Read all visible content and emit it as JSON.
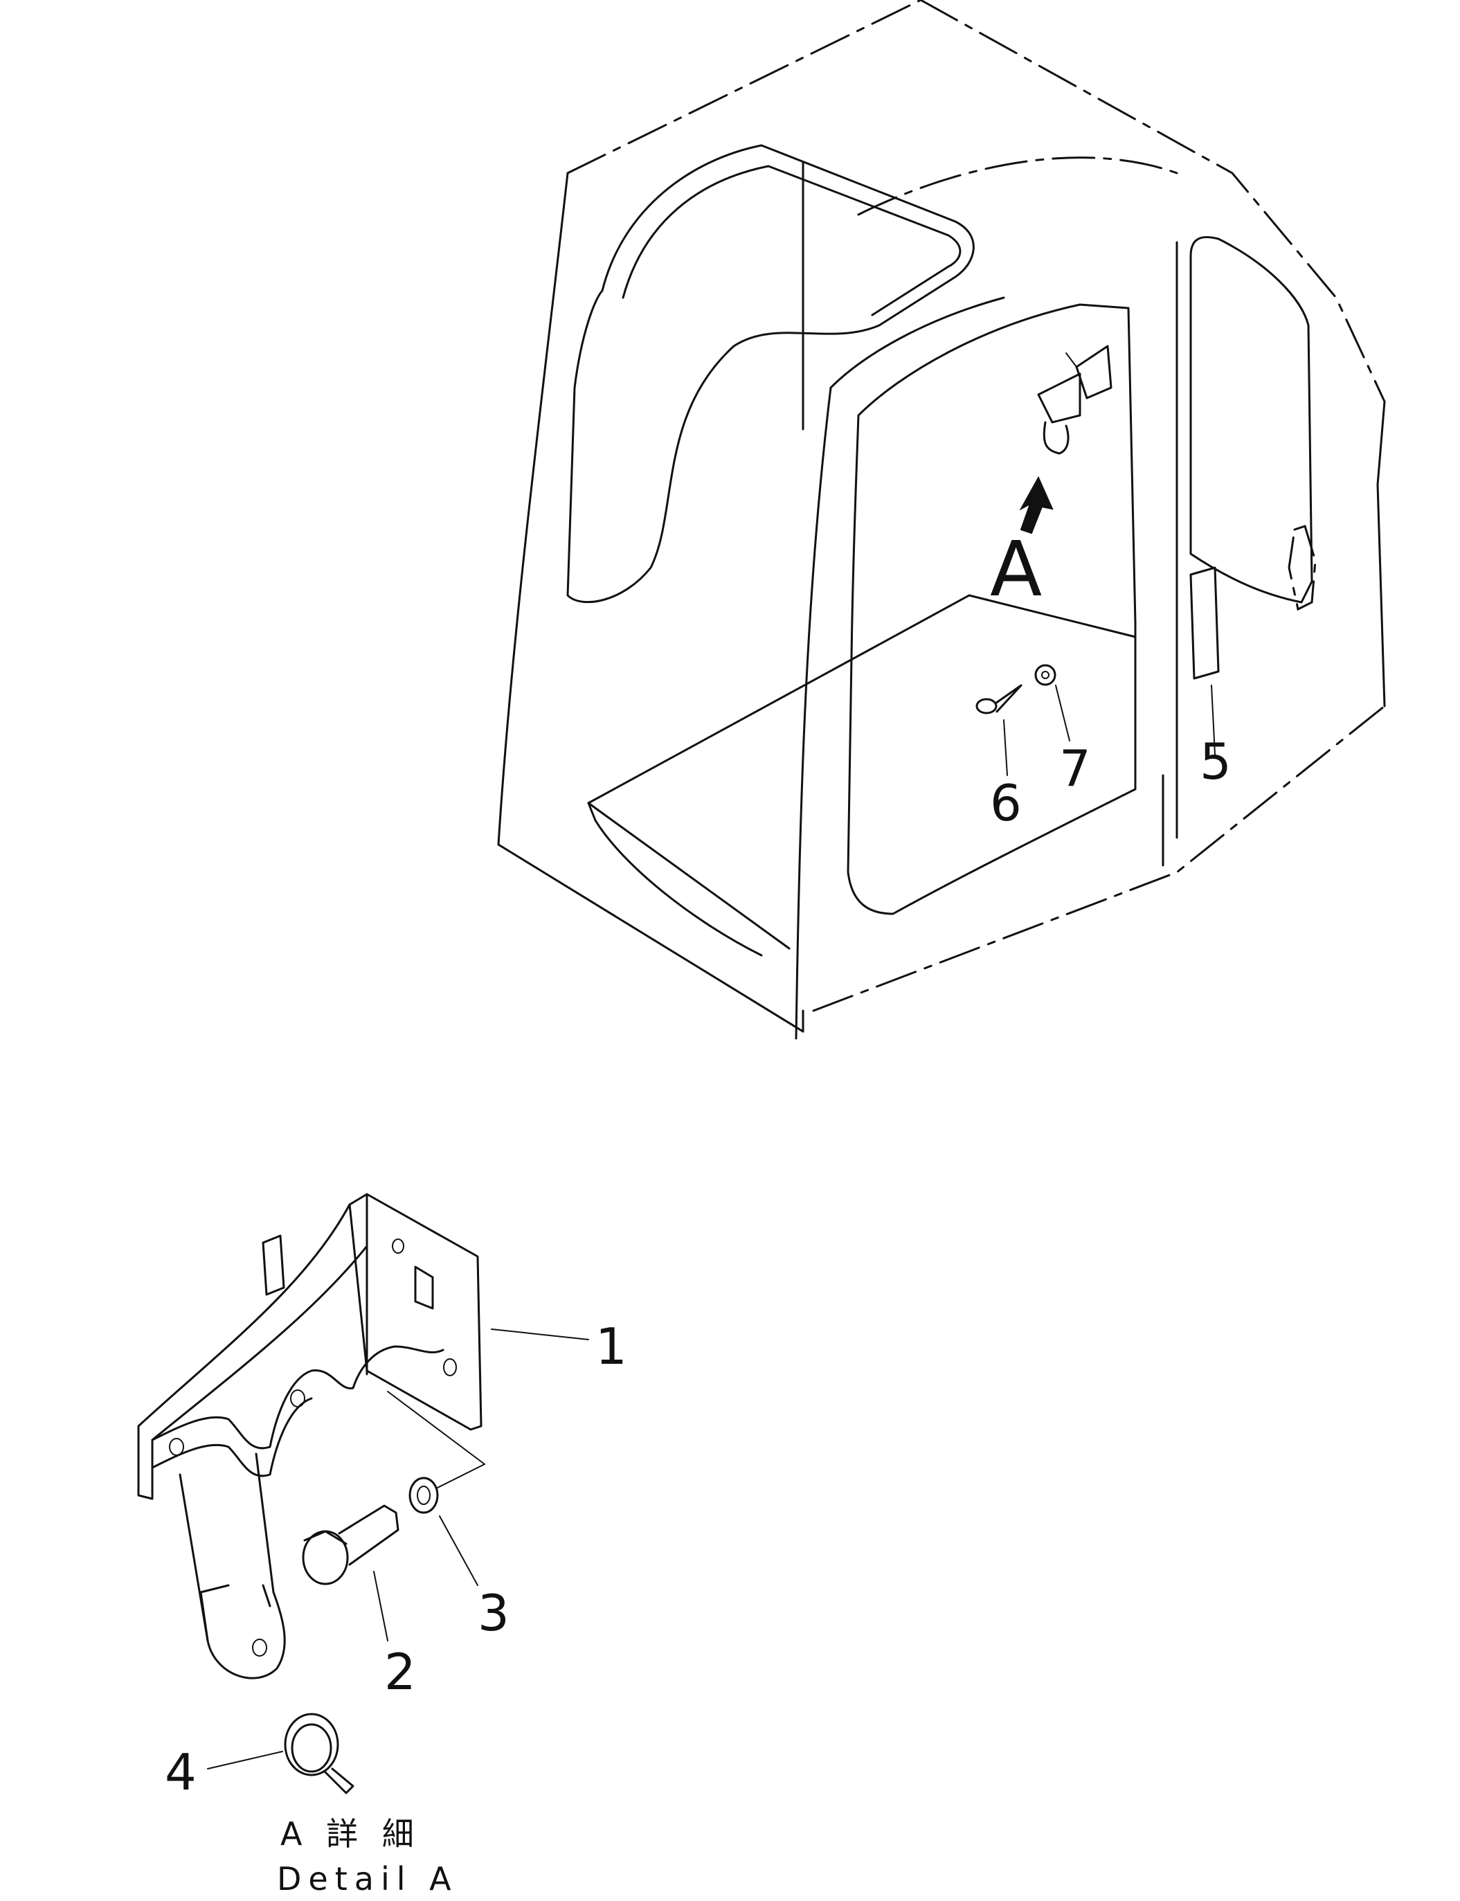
{
  "detail_marker": "A",
  "callouts": {
    "c1": "1",
    "c2": "2",
    "c3": "3",
    "c4": "4",
    "c5": "5",
    "c6": "6",
    "c7": "7"
  },
  "caption": {
    "japanese": "A 詳 細",
    "english": "Detail A"
  }
}
